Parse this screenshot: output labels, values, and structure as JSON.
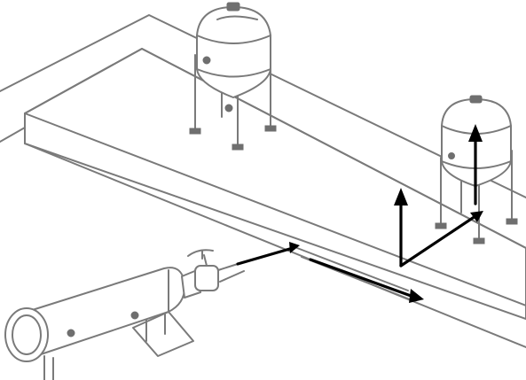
{
  "viewport": {
    "scene": "isometric-plant-layout",
    "background": "#ffffff",
    "line_color": "#7a7a7a",
    "axis_color": "#000000"
  },
  "objects": [
    {
      "name": "tank-large",
      "icon": "tank-icon"
    },
    {
      "name": "tank-small",
      "icon": "tank-icon"
    },
    {
      "name": "pipe-vessel",
      "icon": "vessel-icon"
    },
    {
      "name": "valve",
      "icon": "valve-icon"
    },
    {
      "name": "platform-slab",
      "icon": "slab-icon"
    },
    {
      "name": "triad-axes",
      "icon": "axes-icon"
    }
  ]
}
